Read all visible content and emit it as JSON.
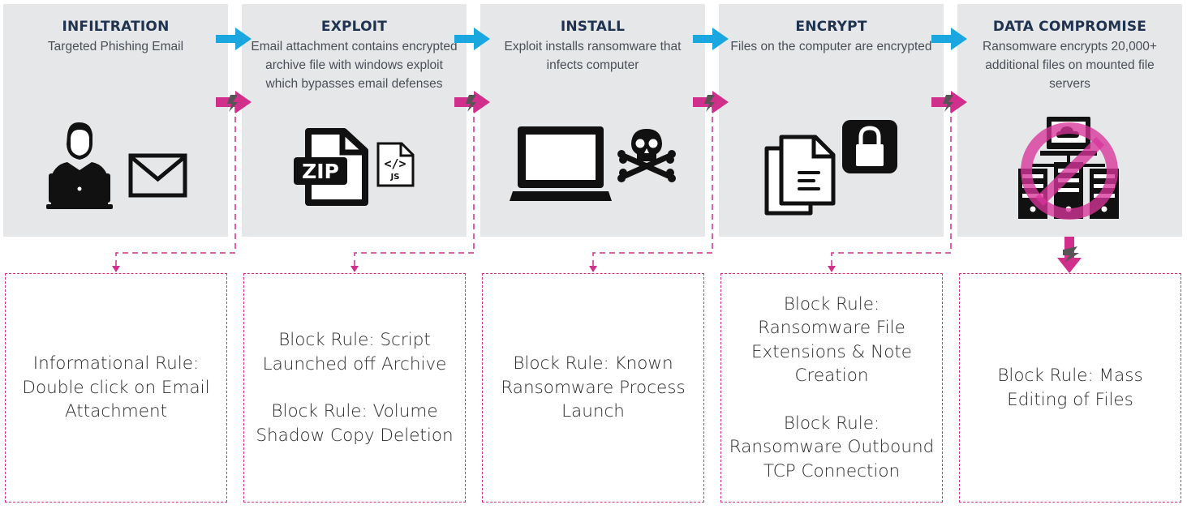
{
  "stages": [
    {
      "title": "INFILTRATION",
      "description": "Targeted Phishing Email"
    },
    {
      "title": "EXPLOIT",
      "description": "Email attachment contains encrypted archive file with windows exploit which bypasses email defenses"
    },
    {
      "title": "INSTALL",
      "description": "Exploit installs ransomware that infects computer"
    },
    {
      "title": "ENCRYPT",
      "description": "Files on the computer are encrypted"
    },
    {
      "title": "DATA COMPROMISE",
      "description": "Ransomware encrypts 20,000+ additional files on mounted file servers"
    }
  ],
  "rules": [
    {
      "lines": [
        "Informational Rule: Double click on Email Attachment"
      ]
    },
    {
      "lines": [
        "Block Rule: Script Launched off Archive",
        "Block Rule: Volume Shadow Copy Deletion"
      ]
    },
    {
      "lines": [
        "Block Rule: Known Ransomware Process Launch"
      ]
    },
    {
      "lines": [
        "Block Rule: Ransomware File Extensions & Note Creation",
        "Block Rule: Ransomware Outbound TCP Connection"
      ]
    },
    {
      "lines": [
        "Block Rule: Mass Editing of Files"
      ]
    }
  ],
  "icons": {
    "zip_label": "ZIP",
    "js_label": "JS"
  },
  "colors": {
    "panel": "#e6e7e8",
    "title": "#1f3350",
    "flow_arrow": "#1aa7e0",
    "block_arrow": "#d02f8c",
    "rule_border": "#d02f8c"
  }
}
